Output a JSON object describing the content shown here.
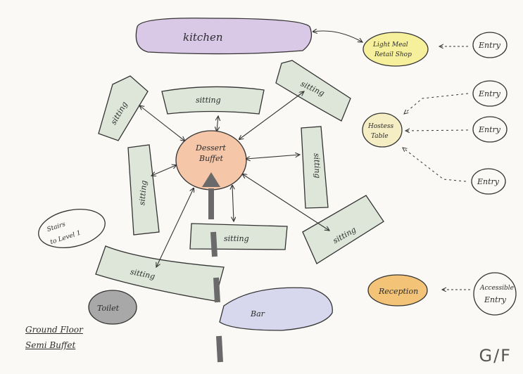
{
  "diagram": {
    "kitchen": "kitchen",
    "retail_shop": "Light Meal Retail Shop",
    "hostess_table": "Hostess Table",
    "dessert_buffet": "Dessert Buffet",
    "reception": "Reception",
    "bar": "Bar",
    "toilet": "Toilet",
    "stairs": "Stairs to Level 1",
    "entries": [
      "Entry",
      "Entry",
      "Entry",
      "Entry"
    ],
    "accessible_entry": "Accessible Entry",
    "sitting_labels": [
      "sitting",
      "sitting",
      "sitting",
      "sitting",
      "sitting",
      "sitting",
      "sitting",
      "sitting"
    ],
    "footer_line1": "Ground Floor",
    "footer_line2": "Semi Buffet",
    "corner_label": "G/F"
  },
  "colors": {
    "kitchen": "#d9c8e6",
    "retail": "#f6ef9b",
    "hostess": "#f5edc4",
    "dessert": "#f5c6a8",
    "reception": "#f3c477",
    "bar": "#d7d8ee",
    "toilet": "#a8a8a8",
    "sitting": "#dde6d8",
    "arrow": "#6a6a6a"
  }
}
